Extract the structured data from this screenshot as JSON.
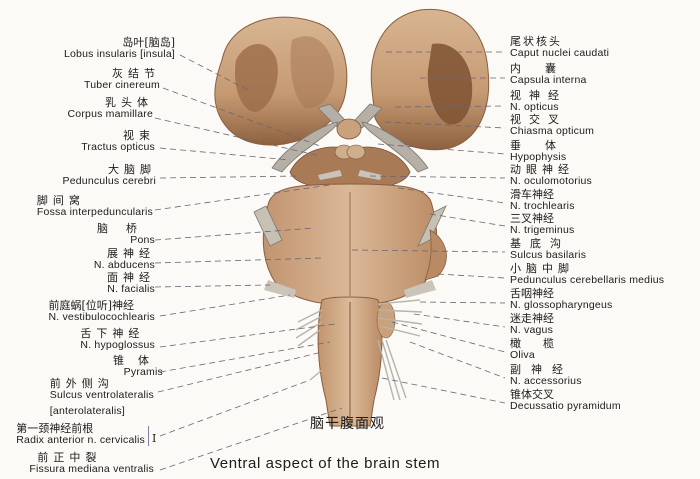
{
  "figure": {
    "title_zh": "脑干腹面观",
    "title_en": "Ventral aspect of the brain stem",
    "colors": {
      "tissue_light": "#d9b896",
      "tissue_mid": "#b98a62",
      "tissue_dark": "#7a5236",
      "nerve": "#b9b3a8",
      "leader_line": "#6c6570",
      "background": "#fbfaf7"
    },
    "labels_left": [
      {
        "zh": "岛叶[脑岛]",
        "en": "Lobus insularis [insula]"
      },
      {
        "zh": "灰结节",
        "en": "Tuber cinereum"
      },
      {
        "zh": "乳头体",
        "en": "Corpus mamillare"
      },
      {
        "zh": "视束",
        "en": "Tractus opticus"
      },
      {
        "zh": "大脑脚",
        "en": "Pedunculus cerebri"
      },
      {
        "zh": "脚间窝",
        "en": "Fossa interpeduncularis"
      },
      {
        "zh": "脑桥",
        "en": "Pons"
      },
      {
        "zh": "展神经",
        "en": "N. abducens"
      },
      {
        "zh": "面神经",
        "en": "N. facialis"
      },
      {
        "zh": "前庭蜗[位听]神经",
        "en": "N. vestibulocochlearis"
      },
      {
        "zh": "舌下神经",
        "en": "N. hypoglossus"
      },
      {
        "zh": "锥体",
        "en": "Pyramis"
      },
      {
        "zh": "前外侧沟",
        "en": "Sulcus ventrolateralis",
        "en2": "[anterolateralis]"
      },
      {
        "zh": "第一颈神经前根",
        "en": "Radix anterior n. cervicalis",
        "suffix": "I"
      },
      {
        "zh": "前正中裂",
        "en": "Fissura mediana ventralis"
      }
    ],
    "labels_right": [
      {
        "zh": "尾状核头",
        "en": "Caput nuclei caudati"
      },
      {
        "zh": "内囊",
        "en": "Capsula interna"
      },
      {
        "zh": "视神经",
        "en": "N. opticus"
      },
      {
        "zh": "视交叉",
        "en": "Chiasma opticum"
      },
      {
        "zh": "垂体",
        "en": "Hypophysis"
      },
      {
        "zh": "动眼神经",
        "en": "N. oculomotorius"
      },
      {
        "zh": "滑车神经",
        "en": "N. trochlearis"
      },
      {
        "zh": "三叉神经",
        "en": "N. trigeminus"
      },
      {
        "zh": "基底沟",
        "en": "Sulcus basilaris"
      },
      {
        "zh": "小脑中脚",
        "en": "Pedunculus cerebellaris medius"
      },
      {
        "zh": "舌咽神经",
        "en": "N. glossopharyngeus"
      },
      {
        "zh": "迷走神经",
        "en": "N. vagus"
      },
      {
        "zh": "橄榄",
        "en": "Oliva"
      },
      {
        "zh": "副神经",
        "en": "N. accessorius"
      },
      {
        "zh": "锥体交叉",
        "en": "Decussatio pyramidum"
      }
    ]
  }
}
